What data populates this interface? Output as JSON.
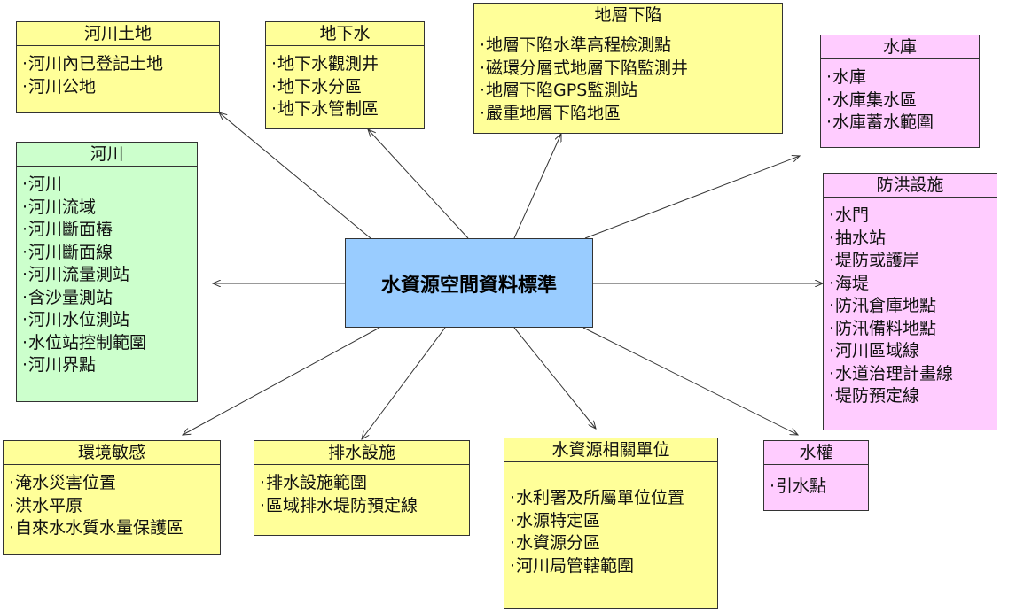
{
  "center": {
    "label": "水資源空間資料標準"
  },
  "colors": {
    "yellow": "#ffff99",
    "green": "#ccffcc",
    "pink": "#ffccff",
    "center": "#99ccff"
  },
  "categories": {
    "river_land": {
      "title": "河川土地",
      "items": [
        "河川內已登記土地",
        "河川公地"
      ]
    },
    "groundwater": {
      "title": "地下水",
      "items": [
        "地下水觀測井",
        "地下水分區",
        "地下水管制區"
      ]
    },
    "subsidence": {
      "title": "地層下陷",
      "items": [
        "地層下陷水準高程檢測點",
        "磁環分層式地層下陷監測井",
        "地層下陷GPS監測站",
        "嚴重地層下陷地區"
      ]
    },
    "reservoir": {
      "title": "水庫",
      "items": [
        "水庫",
        "水庫集水區",
        "水庫蓄水範圍"
      ]
    },
    "river": {
      "title": "河川",
      "items": [
        "河川",
        "河川流域",
        "河川斷面樁",
        "河川斷面線",
        "河川流量測站",
        "含沙量測站",
        "河川水位測站",
        "水位站控制範圍",
        "河川界點"
      ]
    },
    "flood_control": {
      "title": "防洪設施",
      "items": [
        "水門",
        "抽水站",
        "堤防或護岸",
        "海堤",
        "防汛倉庫地點",
        "防汛備料地點",
        "河川區域線",
        "水道治理計畫線",
        "堤防預定線"
      ]
    },
    "environment": {
      "title": "環境敏感",
      "items": [
        "淹水災害位置",
        "洪水平原",
        "自來水水質水量保護區"
      ]
    },
    "drainage": {
      "title": "排水設施",
      "items": [
        "排水設施範圍",
        "區域排水堤防預定線"
      ]
    },
    "agencies": {
      "title": "水資源相關單位",
      "items": [
        "水利署及所屬單位位置",
        "水源特定區",
        "水資源分區",
        "河川局管轄範圍"
      ]
    },
    "water_rights": {
      "title": "水權",
      "items": [
        "引水點"
      ]
    }
  }
}
